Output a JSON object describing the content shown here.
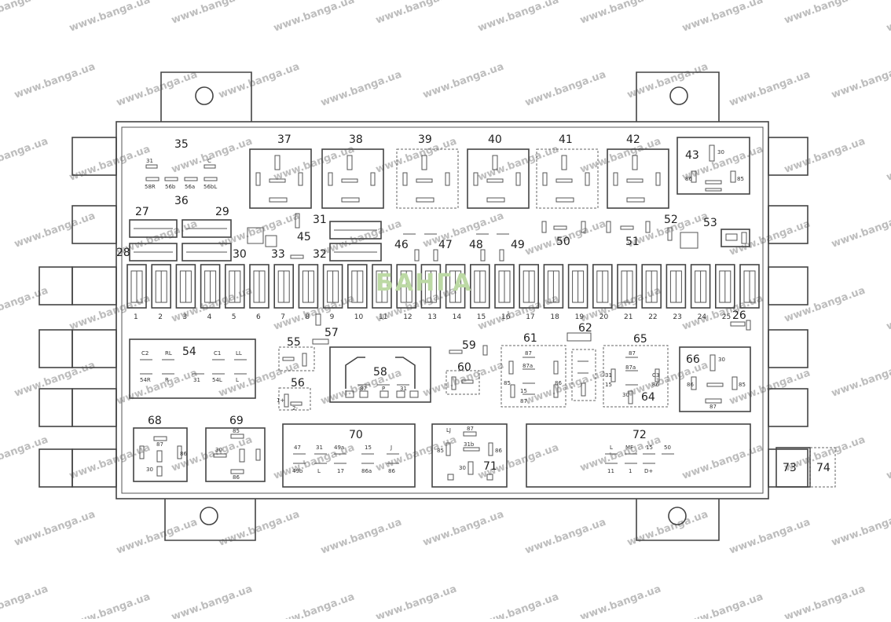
{
  "watermark": "www.banga.ua",
  "logo_text": "БАНГА",
  "fuse_numbers": [
    "1",
    "2",
    "3",
    "4",
    "5",
    "6",
    "7",
    "8",
    "9",
    "10",
    "11",
    "12",
    "13",
    "14",
    "15",
    "16",
    "17",
    "18",
    "19",
    "20",
    "21",
    "22",
    "23",
    "24",
    "25"
  ],
  "labels": {
    "n35": "35",
    "n36": "36",
    "n27": "27",
    "n28": "28",
    "n29": "29",
    "n30": "30",
    "n31": "31",
    "n32": "32",
    "n33": "33",
    "n45": "45",
    "n37": "37",
    "n38": "38",
    "n39": "39",
    "n40": "40",
    "n41": "41",
    "n42": "42",
    "n43": "43",
    "n46": "46",
    "n47": "47",
    "n48": "48",
    "n49": "49",
    "n50": "50",
    "n51": "51",
    "n52": "52",
    "n53": "53",
    "n26": "26",
    "n54": "54",
    "n55": "55",
    "n56": "56",
    "n57": "57",
    "n58": "58",
    "n59": "59",
    "n60": "60",
    "n61": "61",
    "n62": "62",
    "n64": "64",
    "n65": "65",
    "n66": "66",
    "n68": "68",
    "n69": "69",
    "n70": "70",
    "n71": "71",
    "n72": "72",
    "n73": "73",
    "n74": "74"
  },
  "pins": {
    "r35_top": "31",
    "r35_c": "C",
    "r35_a": "58R",
    "r35_b": "56b",
    "r35_d": "56a",
    "r35_e": "56bL",
    "p30": "30",
    "p87": "87",
    "p86": "86",
    "p85": "85",
    "p87a": "87a",
    "b54_top": [
      "C2",
      "RL",
      "C1",
      "LL"
    ],
    "b54_bot": [
      "54R",
      "R",
      "31",
      "54L",
      "L"
    ],
    "b58": [
      "87",
      "P",
      "31"
    ],
    "b70_top": [
      "47",
      "31",
      "49a",
      "15",
      "J"
    ],
    "b70_bot": [
      "49b",
      "L",
      "17",
      "86a",
      "86"
    ],
    "b71": [
      "LJ",
      "87",
      "31b",
      "85",
      "86",
      "30"
    ],
    "b72_top": [
      "L",
      "MF",
      "15",
      "50"
    ],
    "b72_bot": [
      "11",
      "1",
      "D+"
    ],
    "b61": [
      "87",
      "87a",
      "85",
      "86",
      "15",
      "87"
    ],
    "b64": [
      "87",
      "87a",
      "31",
      "15",
      "86",
      "30",
      "C3"
    ],
    "b56": [
      "1+",
      "2-"
    ]
  }
}
